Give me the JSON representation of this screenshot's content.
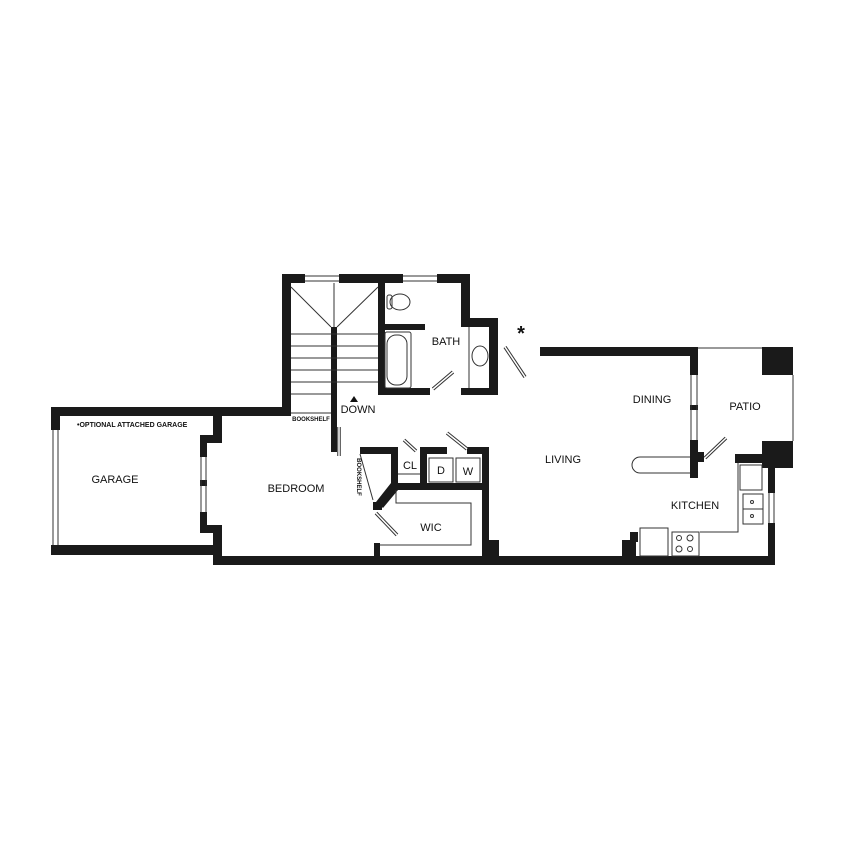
{
  "floorplan": {
    "rooms": {
      "garage": "GARAGE",
      "garage_note": "•OPTIONAL ATTACHED GARAGE",
      "bedroom": "BEDROOM",
      "bath": "BATH",
      "down": "DOWN",
      "bookshelf_top": "BOOKSHELF",
      "bookshelf_side": "BOOKSHELF",
      "closet": "CL",
      "dryer": "D",
      "washer": "W",
      "wic": "WIC",
      "living": "LIVING",
      "dining": "DINING",
      "patio": "PATIO",
      "kitchen": "KITCHEN"
    },
    "asterisk": "*",
    "wall_color": "#1a1a1a"
  }
}
